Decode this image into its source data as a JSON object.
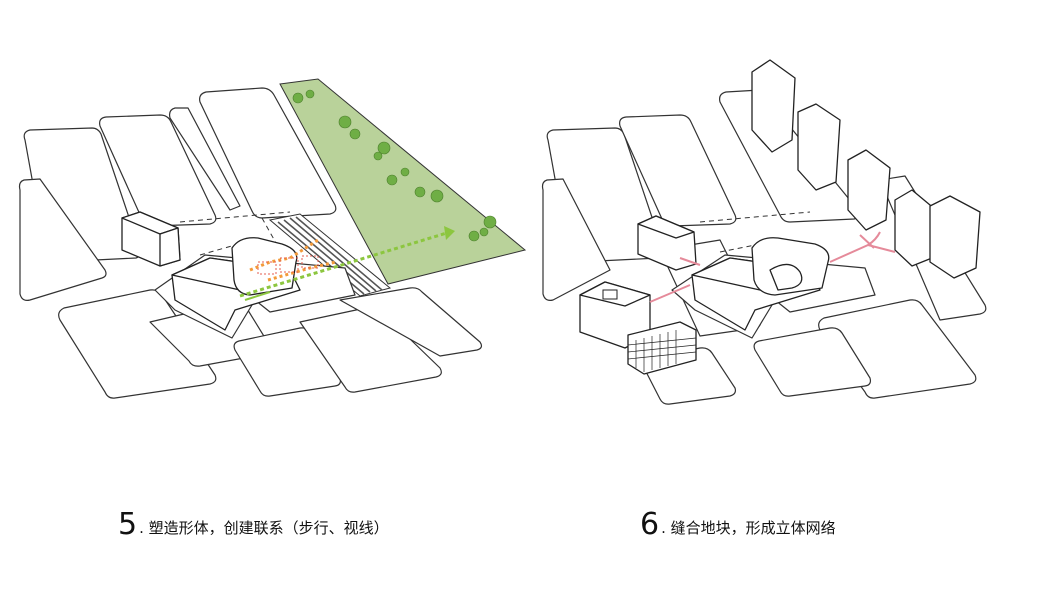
{
  "panels": [
    {
      "number": "5",
      "caption": ". 塑造形体，创建联系（步行、视线）"
    },
    {
      "number": "6",
      "caption": ". 缝合地块，形成立体网络"
    }
  ],
  "colors": {
    "park": "#b9d29a",
    "tree": "#6fae45",
    "sightline": "#8cc63f",
    "walkway": "#f39a3a",
    "bridge": "#e58a9a",
    "road_stripes": "#555555"
  }
}
